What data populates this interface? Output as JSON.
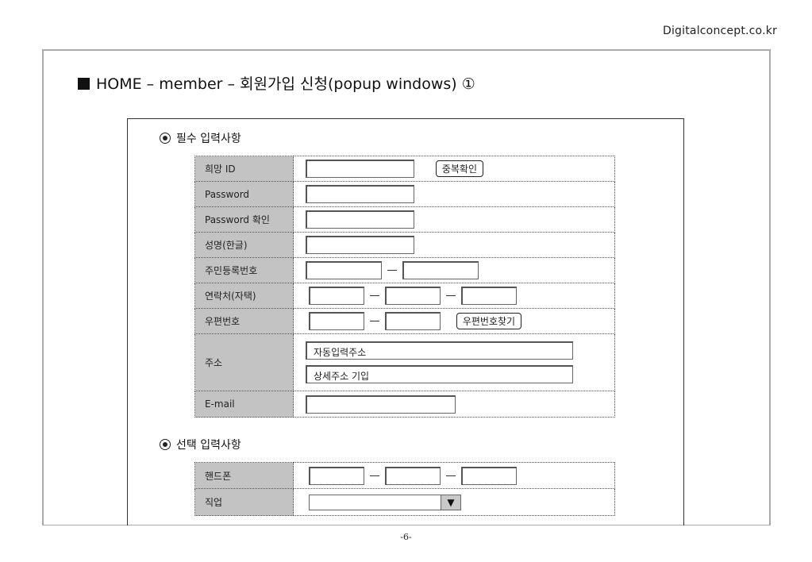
{
  "header": {
    "site_name": "Digitalconcept.co.kr",
    "title": "HOME – member – 회원가입 신청(popup windows) ①"
  },
  "required_section": {
    "heading": "필수 입력사항",
    "rows": {
      "id_label": "희망 ID",
      "id_check_button": "중복확인",
      "password_label": "Password",
      "password_confirm_label": "Password 확인",
      "name_label": "성명(한글)",
      "rrn_label": "주민등록번호",
      "phone_label": "연락처(자택)",
      "zipcode_label": "우편번호",
      "zipcode_search_button": "우편번호찾기",
      "address_label": "주소",
      "address_auto_value": "자동입력주소",
      "address_detail_value": "상세주소 기입",
      "email_label": "E-mail"
    }
  },
  "optional_section": {
    "heading": "선택 입력사항",
    "rows": {
      "mobile_label": "핸드폰",
      "job_label": "직업",
      "job_arrow_icon": "▼"
    }
  },
  "footer": {
    "page_number": "-6-"
  }
}
